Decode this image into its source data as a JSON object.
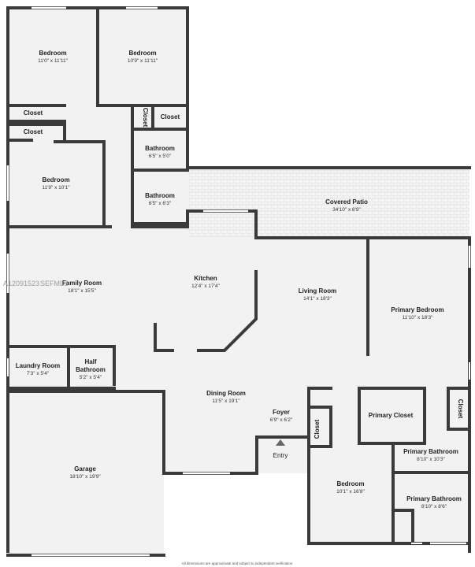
{
  "rooms": {
    "bedroom_1": {
      "name": "Bedroom",
      "dims": "11'0\" x 11'11\""
    },
    "bedroom_2": {
      "name": "Bedroom",
      "dims": "10'9\" x 11'11\""
    },
    "closet_1": {
      "name": "Closet"
    },
    "closet_2": {
      "name": "Closet"
    },
    "closet_3": {
      "name": "Closet"
    },
    "closet_4": {
      "name": "Closet"
    },
    "bedroom_3": {
      "name": "Bedroom",
      "dims": "11'9\" x 10'1\""
    },
    "bathroom_1": {
      "name": "Bathroom",
      "dims": "6'5\" x 5'0\""
    },
    "bathroom_2": {
      "name": "Bathroom",
      "dims": "6'5\" x 6'3\""
    },
    "covered_patio": {
      "name": "Covered Patio",
      "dims": "34'10\" x 8'9\""
    },
    "family_room": {
      "name": "Family Room",
      "dims": "18'1\" x 15'5\""
    },
    "kitchen": {
      "name": "Kitchen",
      "dims": "12'4\" x 17'4\""
    },
    "living_room": {
      "name": "Living Room",
      "dims": "14'1\" x 18'3\""
    },
    "primary_bedroom": {
      "name": "Primary Bedroom",
      "dims": "11'10\" x 18'3\""
    },
    "laundry_room": {
      "name": "Laundry Room",
      "dims": "7'3\" x 5'4\""
    },
    "half_bathroom": {
      "name_line1": "Half",
      "name_line2": "Bathroom",
      "dims": "5'2\" x 5'4\""
    },
    "dining_room": {
      "name": "Dining Room",
      "dims": "11'5\" x 19'1\""
    },
    "foyer": {
      "name": "Foyer",
      "dims": "6'9\" x 6'2\""
    },
    "primary_closet": {
      "name": "Primary Closet"
    },
    "closet_5": {
      "name": "Closet"
    },
    "closet_6": {
      "name": "Closet"
    },
    "primary_bathroom_1": {
      "name": "Primary Bathroom",
      "dims": "8'10\" x 10'3\""
    },
    "primary_bathroom_2": {
      "name": "Primary Bathroom",
      "dims": "8'10\" x 8'6\""
    },
    "garage": {
      "name": "Garage",
      "dims": "18'10\" x 19'9\""
    },
    "bedroom_4": {
      "name": "Bedroom",
      "dims": "10'1\" x 16'8\""
    }
  },
  "entry_label": "Entry",
  "watermark": "A12091523",
  "watermark_2": "SEFMLS",
  "disclaimer": "All dimensions are approximate and subject to independent verification"
}
